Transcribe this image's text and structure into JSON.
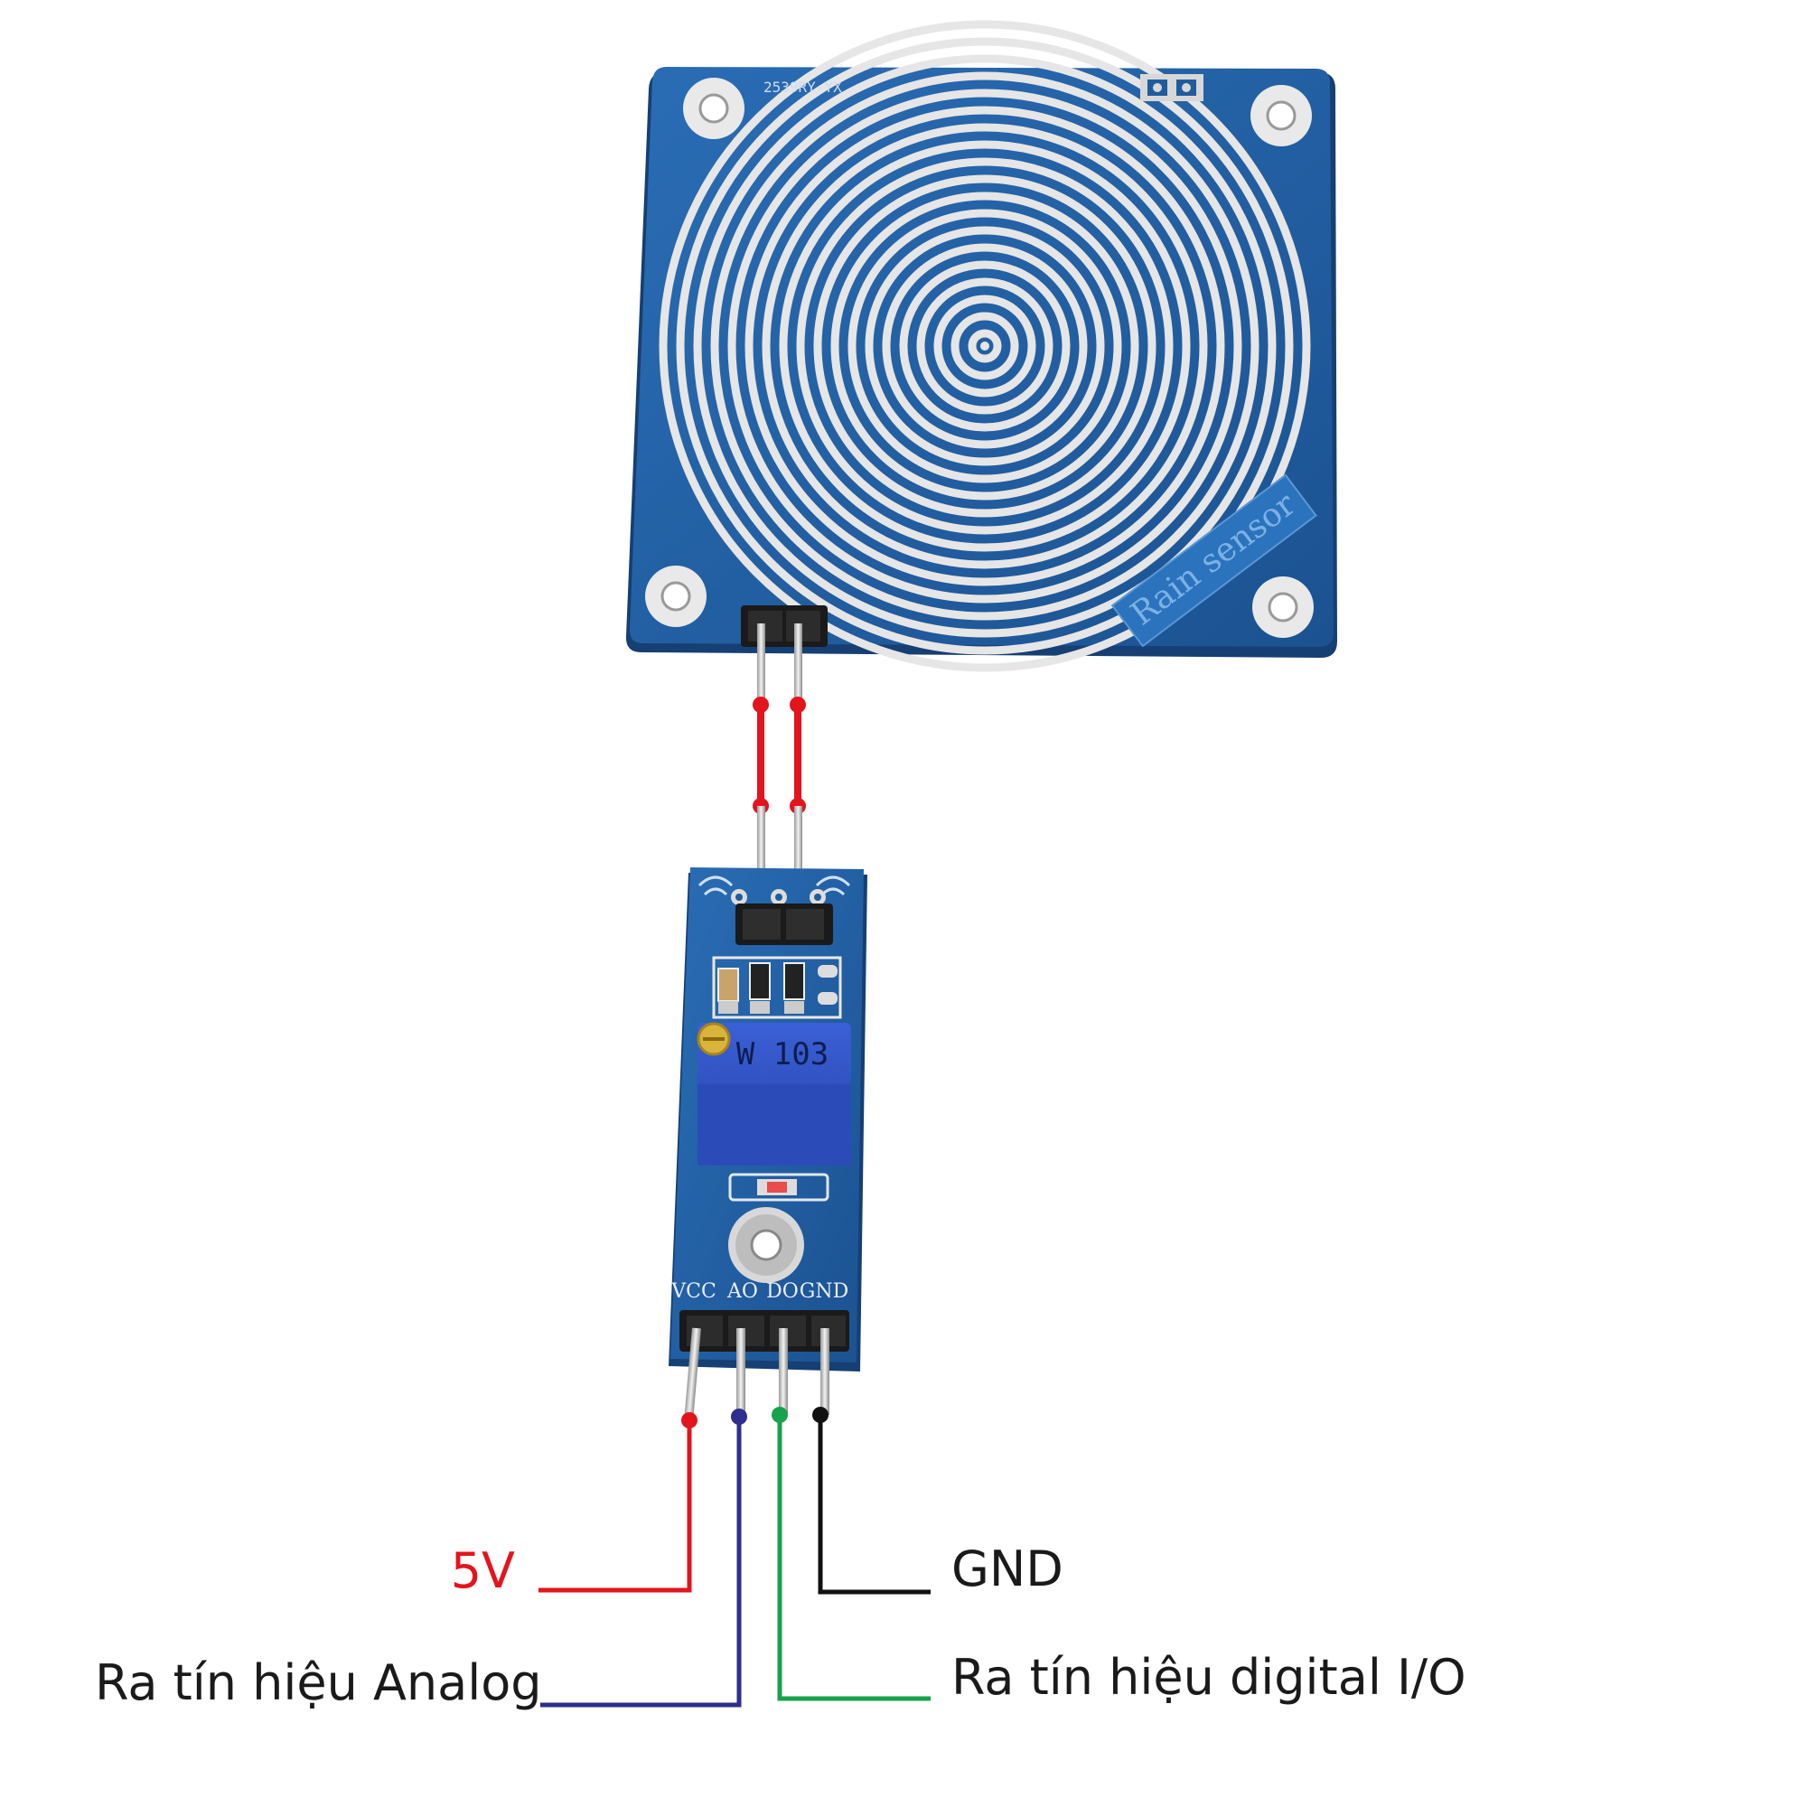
{
  "sensor_plate": {
    "part_code": "2539RY-YX",
    "brand_label": "Rain sensor"
  },
  "control_board": {
    "pot_marking": "W 103",
    "pin_labels": [
      "VCC",
      "AO",
      "DO",
      "GND"
    ]
  },
  "wires": {
    "vcc_color": "#e3141c",
    "ao_color": "#2e2e8c",
    "do_color": "#17a24b",
    "gnd_color": "#111111",
    "link_color": "#e3141c"
  },
  "callouts": {
    "vcc": "5V",
    "ao": "Ra tín hiệu Analog",
    "gnd": "GND",
    "do": "Ra tín hiệu digital I/O"
  },
  "colors": {
    "pcb_blue": "#1f5c9e",
    "pcb_edge": "#2a70b8",
    "trace_silver": "#e6e6e6"
  }
}
